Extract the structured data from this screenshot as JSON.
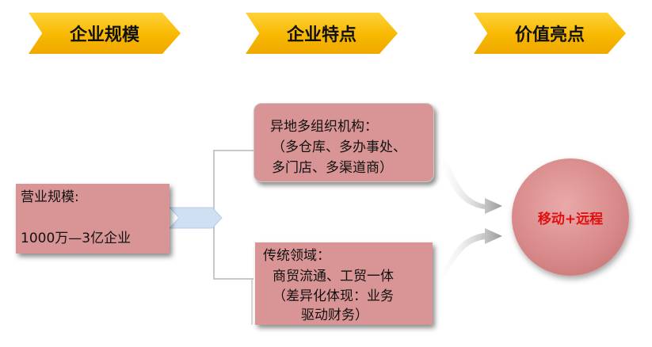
{
  "headers": [
    "企业规模",
    "企业特点",
    "价值亮点"
  ],
  "scale_box": {
    "line1": "营业规模:",
    "line2": "1000万—3亿企业"
  },
  "feature_top": {
    "lines": [
      "异地多组织机构：",
      "（多仓库、多办事处、",
      "多门店、多渠道商）"
    ]
  },
  "feature_bottom": {
    "lines": [
      "传统领域：",
      "商贸流通、工贸一体",
      "（差异化体现：业务",
      "驱动财务）"
    ]
  },
  "value_circle": {
    "label": "移动+远程"
  },
  "colors": {
    "chevron": "#f7b800",
    "box": "#d99595",
    "circle": "#d98a8a",
    "circle_text": "#e01010",
    "connector_arrow": "#cfe0f3"
  }
}
